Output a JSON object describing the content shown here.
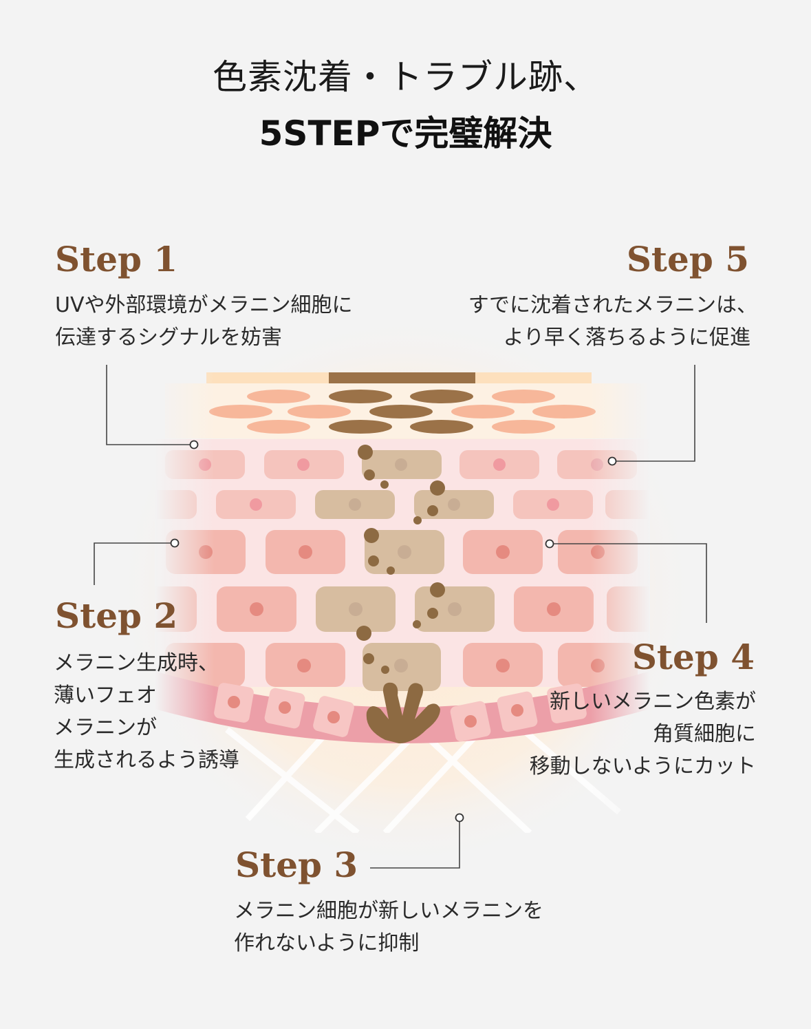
{
  "header": {
    "title_line1": "色素沈着・トラブル跡、",
    "title_line2": "5STEPで完璧解決"
  },
  "colors": {
    "background": "#f3f3f3",
    "step_title": "#7f5230",
    "melanin": "#8d6a42",
    "skin_cell": "#f3b7ae",
    "cell_nucleus": "#e58a80",
    "pigmented_cell": "#d7bda0"
  },
  "steps": [
    {
      "label": "Step 1",
      "line1": "UVや外部環境がメラニン細胞に",
      "line2": "伝達するシグナルを妨害"
    },
    {
      "label": "Step 2",
      "line1": "メラニン生成時、",
      "line2": "薄いフェオ",
      "line3": "メラニンが",
      "line4": "生成されるよう誘導"
    },
    {
      "label": "Step 3",
      "line1": "メラニン細胞が新しいメラニンを",
      "line2": "作れないように抑制"
    },
    {
      "label": "Step 4",
      "line1": "新しいメラニン色素が",
      "line2": "角質細胞に",
      "line3": "移動しないようにカット"
    },
    {
      "label": "Step 5",
      "line1": "すでに沈着されたメラニンは、",
      "line2": "より早く落ちるように促進"
    }
  ]
}
